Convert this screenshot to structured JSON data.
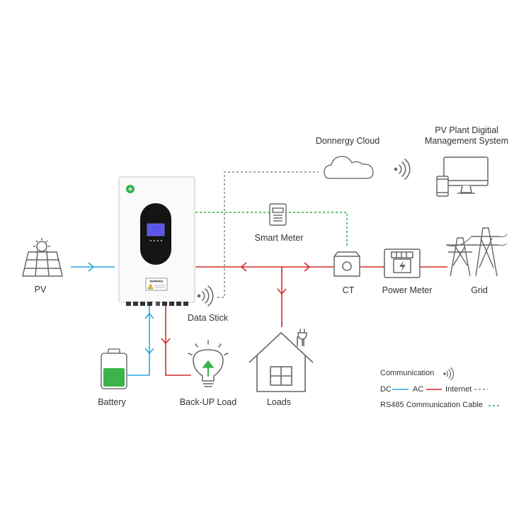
{
  "labels": {
    "pv": "PV",
    "battery": "Battery",
    "backup_load": "Back-UP Load",
    "loads": "Loads",
    "data_stick": "Data Stick",
    "smart_meter": "Smart Meter",
    "ct": "CT",
    "power_meter": "Power Meter",
    "grid": "Grid",
    "cloud": "Donnergy Cloud",
    "pv_plant_line1": "PV Plant Digitial",
    "pv_plant_line2": "Management System"
  },
  "inverter": {
    "warning_title": "WARNING"
  },
  "legend": {
    "communication": "Communication",
    "dc": "DC",
    "ac": "AC",
    "internet": "Internet",
    "rs485": "RS485 Communication Cable"
  },
  "colors": {
    "dc": "#29a8e0",
    "ac": "#d42a2a",
    "internet": "#888888",
    "rs485": "#2bb24c",
    "icon_stroke": "#666666",
    "battery_fill": "#3cb44b"
  }
}
